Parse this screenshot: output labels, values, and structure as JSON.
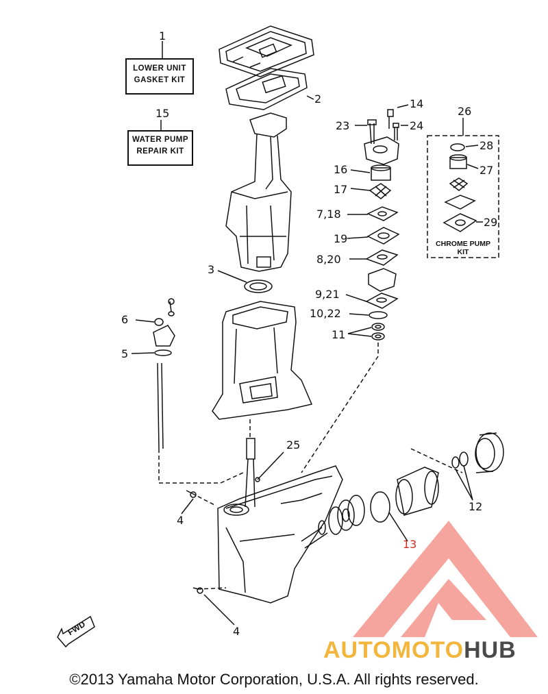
{
  "kits": {
    "lower_unit": {
      "number": "1",
      "line1": "LOWER UNIT",
      "line2": "GASKET KIT"
    },
    "water_pump": {
      "number": "15",
      "line1": "WATER PUMP",
      "line2": "REPAIR KIT"
    },
    "chrome_pump": {
      "number": "26",
      "line1": "CHROME PUMP",
      "line2": "KIT"
    }
  },
  "part_numbers": {
    "p2": "2",
    "p3": "3",
    "p4a": "4",
    "p4b": "4",
    "p5": "5",
    "p6": "6",
    "p7_18": "7,18",
    "p8_20": "8,20",
    "p9_21": "9,21",
    "p10_22": "10,22",
    "p11": "11",
    "p12": "12",
    "p13": "13",
    "p14": "14",
    "p16": "16",
    "p17": "17",
    "p19": "19",
    "p23": "23",
    "p24": "24",
    "p25": "25",
    "p27": "27",
    "p28": "28",
    "p29": "29"
  },
  "fwd_label": "FWD",
  "watermark": {
    "part1": "AUTOMOTO",
    "part2": "HUB",
    "color_primary": "#f2b63c",
    "color_secondary": "#4a4a4a",
    "triangle_color": "#e8554a"
  },
  "copyright": "©2013 Yamaha Motor Corporation, U.S.A. All rights reserved.",
  "colors": {
    "line": "#111111",
    "highlight": "#d42a1e"
  }
}
